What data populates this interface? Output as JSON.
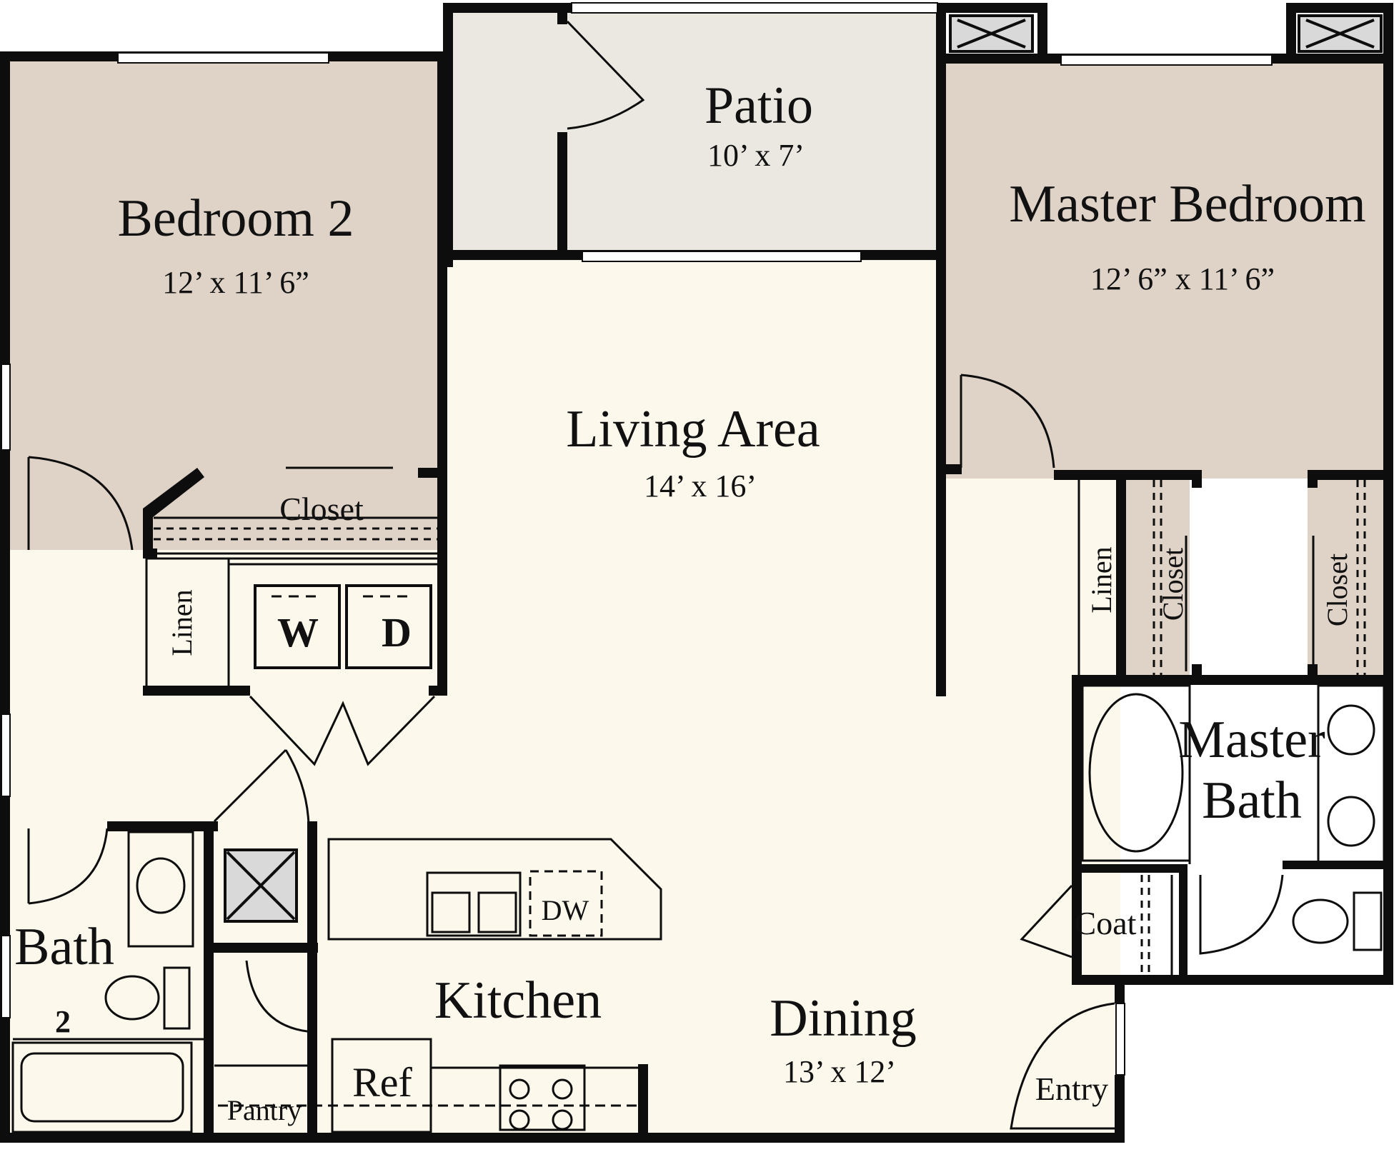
{
  "rooms": {
    "bedroom2": {
      "name": "Bedroom 2",
      "size": "12’ x 11’ 6”"
    },
    "patio": {
      "name": "Patio",
      "size": "10’ x 7’"
    },
    "master_bedroom": {
      "name": "Master Bedroom",
      "size": "12’ 6” x 11’ 6”"
    },
    "living": {
      "name": "Living Area",
      "size": "14’ x 16’"
    },
    "dining": {
      "name": "Dining",
      "size": "13’ x 12’"
    },
    "kitchen": {
      "name": "Kitchen"
    },
    "bath2": {
      "name_line1": "Bath",
      "name_line2": "2"
    },
    "master_bath": {
      "name_line1": "Master",
      "name_line2": "Bath"
    }
  },
  "labels": {
    "closet_bed2": "Closet",
    "linen_hall": "Linen",
    "washer": "W",
    "dryer": "D",
    "linen_master": "Linen",
    "closet_master_1": "Closet",
    "closet_master_2": "Closet",
    "coat": "Coat",
    "dishwasher": "DW",
    "refrigerator": "Ref",
    "pantry": "Pantry",
    "entry": "Entry"
  },
  "colors": {
    "bedroom_fill": "#dfd3c8",
    "patio_fill": "#ebe8e1",
    "living_fill": "#fcf8ec",
    "wall": "#0d0d0d"
  }
}
